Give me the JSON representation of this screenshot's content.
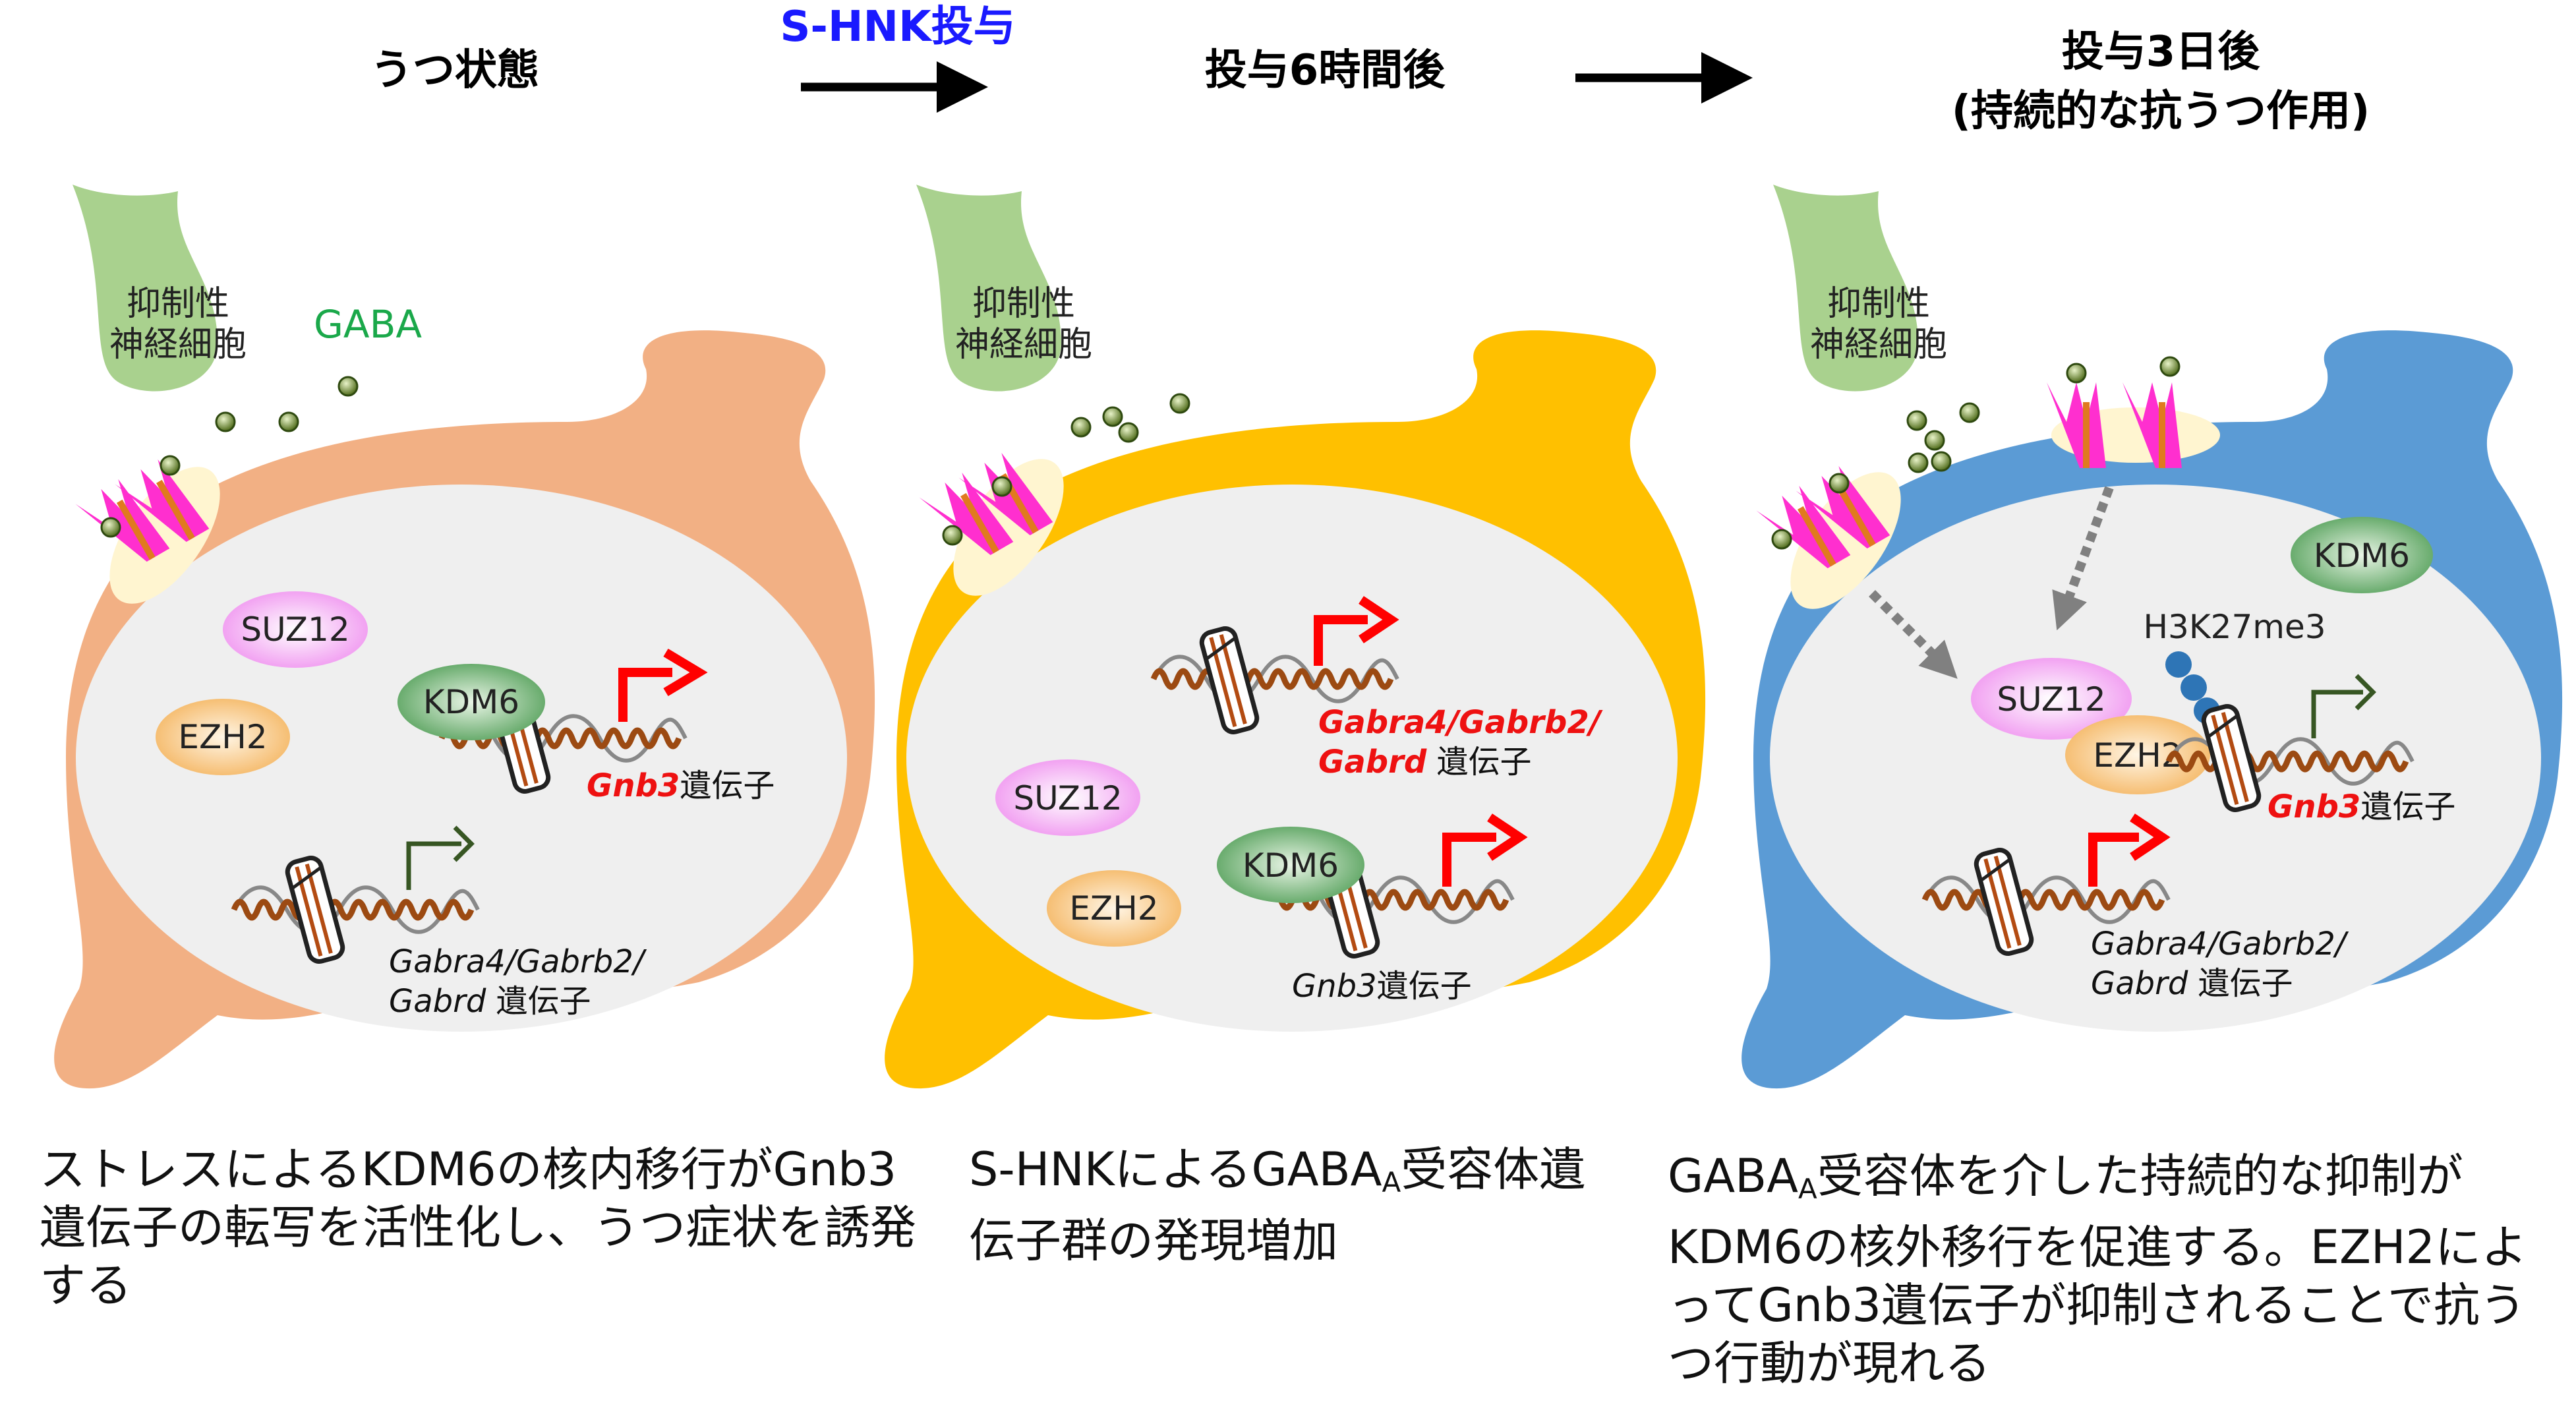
{
  "headers": {
    "stage1": "うつ状態",
    "treatment": "S-HNK投与",
    "stage2": "投与6時間後",
    "stage3_line1": "投与3日後",
    "stage3_line2": "(持続的な抗うつ作用)"
  },
  "labels": {
    "inhibitory_neuron_line1": "抑制性",
    "inhibitory_neuron_line2": "神経細胞",
    "gaba": "GABA",
    "suz12": "SUZ12",
    "ezh2": "EZH2",
    "kdm6": "KDM6",
    "h3k27me3": "H3K27me3",
    "gnb3_gene_italic": "Gnb3",
    "gnb3_gene_suffix": "遺伝子",
    "gaba_genes_line1": "Gabra4/Gabrb2/",
    "gaba_genes_line2_italic": "Gabrd",
    "gaba_genes_line2_suffix": " 遺伝子"
  },
  "captions": {
    "panel1": "ストレスによるKDM6の核内移行がGnb3遺伝子の転写を活性化し、うつ症状を誘発する",
    "panel2_pre": "S-HNKによるGABA",
    "panel2_sub": "A",
    "panel2_post": "受容体遺伝子群の発現増加",
    "panel3_pre": "GABA",
    "panel3_sub": "A",
    "panel3_post": "受容体を介した持続的な抑制がKDM6の核外移行を促進する。EZH2によってGnb3遺伝子が抑制されることで抗うつ行動が現れる"
  },
  "colors": {
    "cell_panel1": "#f2b084",
    "cell_panel2": "#ffc000",
    "cell_panel3": "#5b9bd5",
    "nucleus": "#efefef",
    "neuron": "#a9d18e",
    "receptor": "#ff33cc",
    "suz12": "#f0b3f0",
    "ezh2": "#f7c98a",
    "kdm6": "#7fbf7f",
    "active_arrow": "#ff0000",
    "inactive_arrow": "#375623",
    "methyl_mark": "#2e75b6"
  }
}
